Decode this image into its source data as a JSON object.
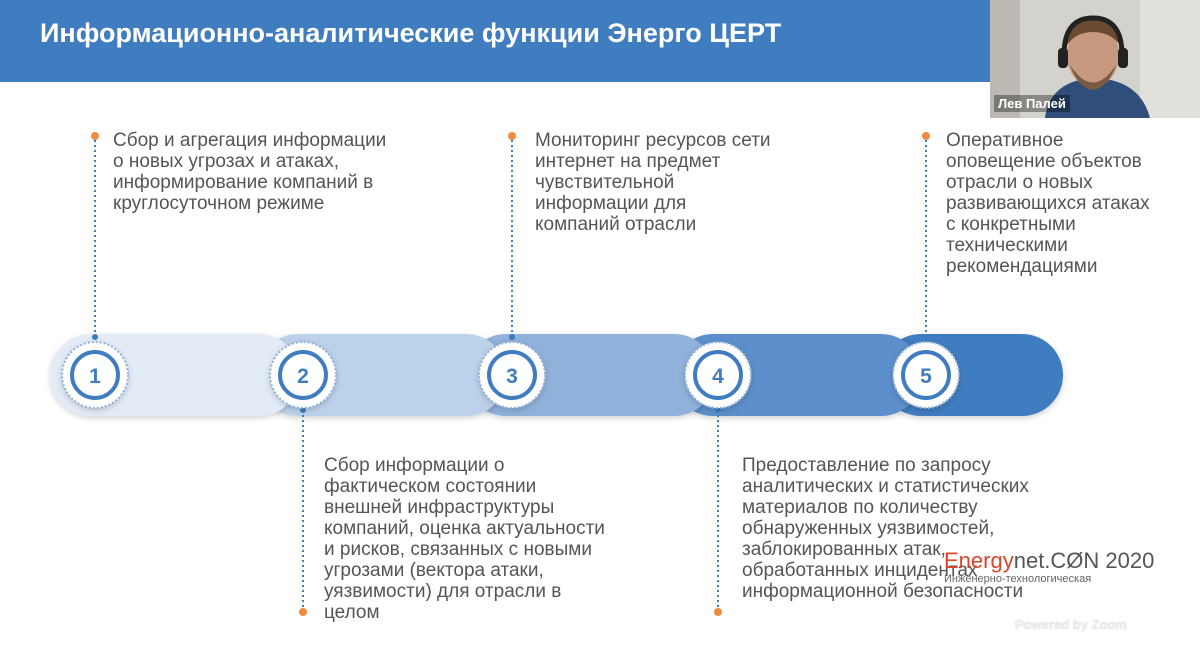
{
  "slide": {
    "title": "Информационно-аналитические функции Энерго ЦЕРТ",
    "steps": [
      {
        "number": "1",
        "text": "Сбор и агрегация информации\nо новых угрозах и атаках,\nинформирование компаний в\nкруглосуточном режиме"
      },
      {
        "number": "2",
        "text": "Сбор информации о\nфактическом состоянии\nвнешней инфраструктуры\nкомпаний, оценка актуальности\nи рисков, связанных с новыми\nугрозами (вектора атаки,\nуязвимости) для отрасли в\nцелом"
      },
      {
        "number": "3",
        "text": "Мониторинг ресурсов сети\nинтернет на предмет\nчувствительной\nинформации для\nкомпаний отрасли"
      },
      {
        "number": "4",
        "text": "Предоставление по запросу\nаналитических и статистических\nматериалов по количеству\nобнаруженных уязвимостей,\nзаблокированных атак,\nобработанных инцидентах\nинформационной безопасности"
      },
      {
        "number": "5",
        "text": "Оперативное\nоповещение объектов\nотрасли о новых\nразвивающихся атаках\nс конкретными\nтехническими\nрекомендациями"
      }
    ],
    "brand": {
      "red_part": "Energy",
      "main_part": "net.CØN 2020",
      "subtitle": "Инженерно-технологическая"
    }
  },
  "video": {
    "participant_name": "Лев Палей"
  },
  "overlay": {
    "powered_by": "Powered by Zoom"
  },
  "colors": {
    "header": "#3f7cc0",
    "accent_orange": "#f08a3c",
    "step_dark": "#3f7cc0"
  }
}
